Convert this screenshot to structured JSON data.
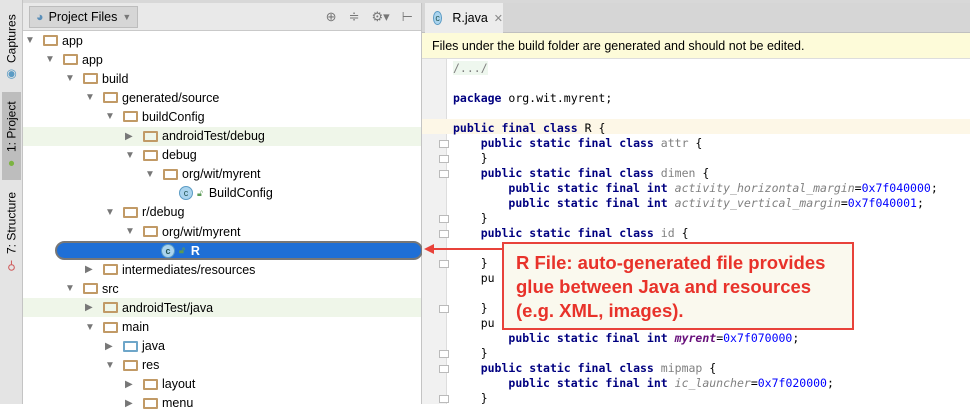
{
  "sidebar": {
    "tabs": [
      {
        "label": "Captures",
        "icon": "captures-icon"
      },
      {
        "label": "1: Project",
        "icon": "android-icon"
      },
      {
        "label": "7: Structure",
        "icon": "structure-icon"
      }
    ]
  },
  "project_panel": {
    "title": "Project Files",
    "tools": [
      "locate-icon",
      "collapse-icon",
      "gear-icon",
      "hide-icon"
    ],
    "tree": [
      {
        "label": "app",
        "level": 0,
        "expanded": true
      },
      {
        "label": "app",
        "level": 1,
        "expanded": true
      },
      {
        "label": "build",
        "level": 2,
        "expanded": true
      },
      {
        "label": "generated/source",
        "level": 3,
        "expanded": true
      },
      {
        "label": "buildConfig",
        "level": 4,
        "expanded": true
      },
      {
        "label": "androidTest/debug",
        "level": 5,
        "expanded": false
      },
      {
        "label": "debug",
        "level": 5,
        "expanded": true
      },
      {
        "label": "org/wit/myrent",
        "level": 6,
        "expanded": true
      },
      {
        "label": "BuildConfig",
        "level": 7,
        "type": "class"
      },
      {
        "label": "r/debug",
        "level": 4,
        "expanded": true
      },
      {
        "label": "org/wit/myrent",
        "level": 5,
        "expanded": true
      },
      {
        "label": "R",
        "level": 6,
        "type": "class",
        "selected": true
      },
      {
        "label": "intermediates/resources",
        "level": 3,
        "expanded": false
      },
      {
        "label": "src",
        "level": 2,
        "expanded": true
      },
      {
        "label": "androidTest/java",
        "level": 3,
        "expanded": false
      },
      {
        "label": "main",
        "level": 3,
        "expanded": true
      },
      {
        "label": "java",
        "level": 4,
        "expanded": false
      },
      {
        "label": "res",
        "level": 4,
        "expanded": true
      },
      {
        "label": "layout",
        "level": 5,
        "expanded": false
      },
      {
        "label": "menu",
        "level": 5,
        "expanded": false
      }
    ]
  },
  "editor": {
    "tab": "R.java",
    "banner": "Files under the build folder are generated and should not be edited.",
    "lines": [
      "/.../",
      "",
      "package org.wit.myrent;",
      "",
      "public final class R {",
      "    public static final class attr {",
      "    }",
      "    public static final class dimen {",
      "        public static final int activity_horizontal_margin=0x7f040000;",
      "        public static final int activity_vertical_margin=0x7f040001;",
      "    }",
      "    public static final class id {",
      "",
      "    }",
      "    pu",
      "",
      "    }",
      "    pu",
      "        public static final int myrent=0x7f070000;",
      "    }",
      "    public static final class mipmap {",
      "        public static final int ic_launcher=0x7f020000;",
      "    }"
    ]
  },
  "callout": {
    "text": "R File: auto-generated file provides glue between Java and resources (e.g. XML, images).",
    "color": "#e8423a"
  }
}
